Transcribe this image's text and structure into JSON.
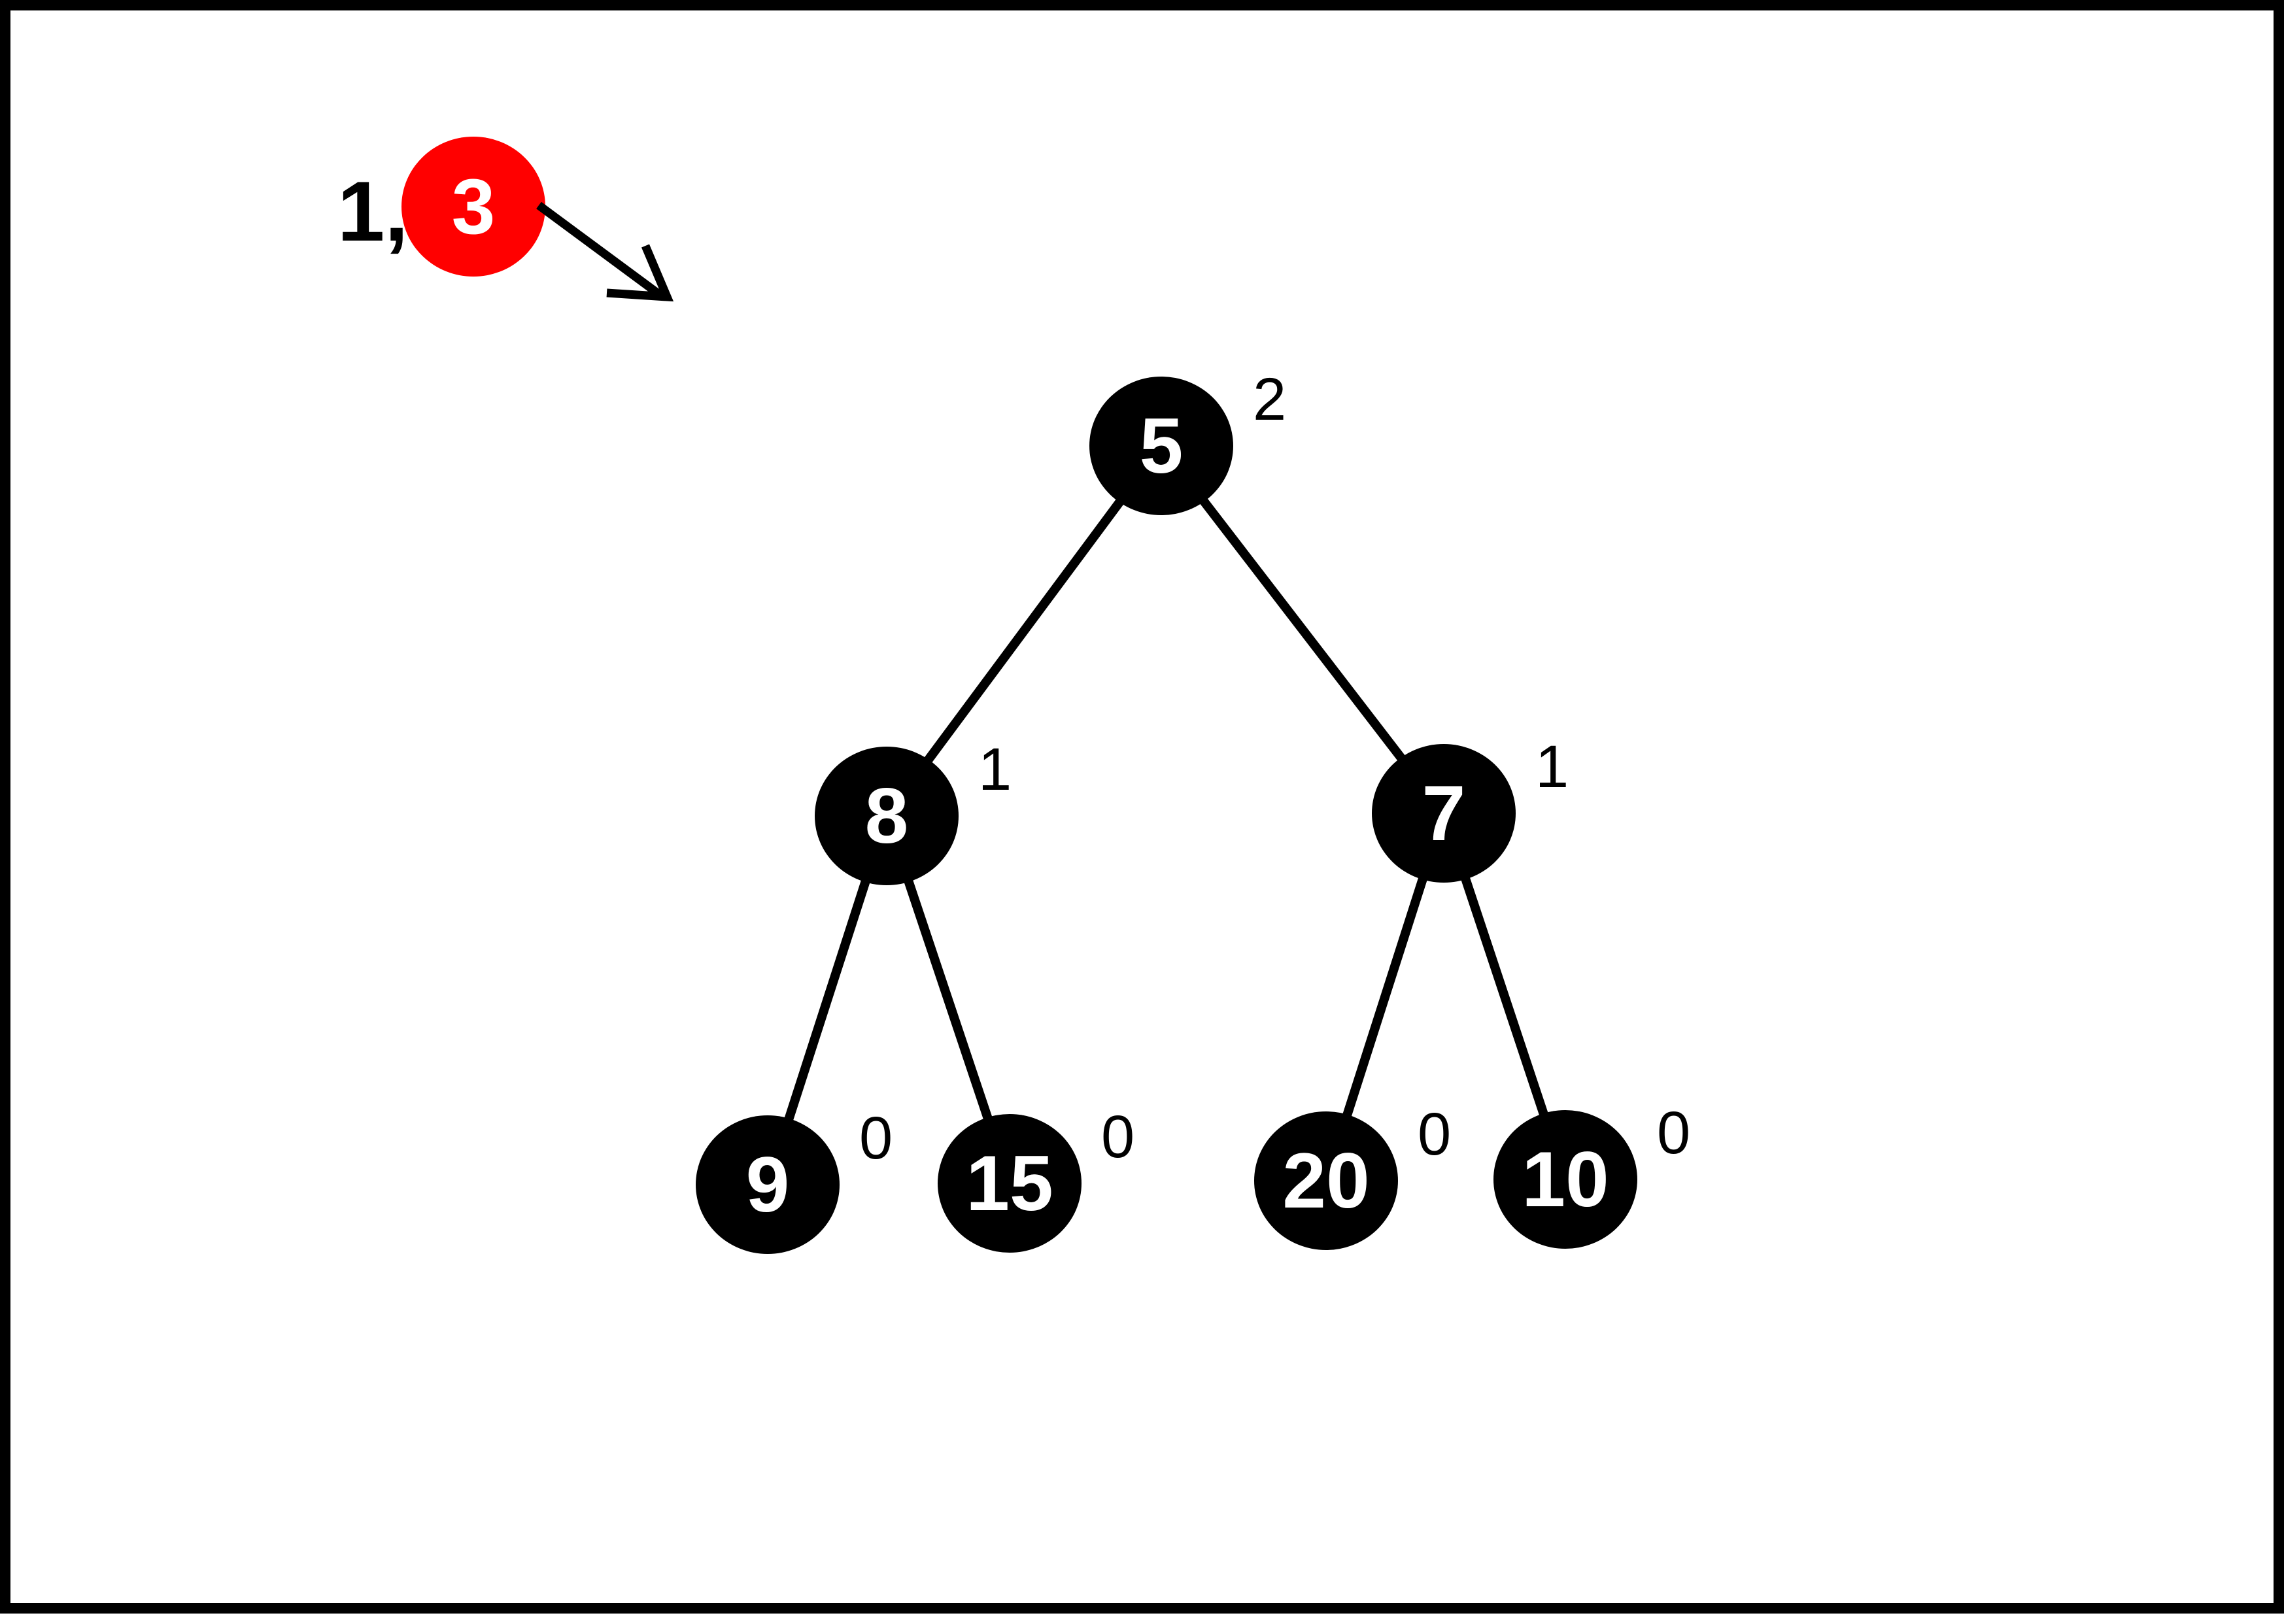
{
  "pending": {
    "prefix": "1,",
    "key": "3",
    "color": "#ff0000"
  },
  "tree": {
    "node_color": "#000000",
    "label_color": "#ffffff",
    "edge_color": "#000000",
    "nodes": [
      {
        "id": "n5",
        "key": "5",
        "height": "2"
      },
      {
        "id": "n8",
        "key": "8",
        "height": "1"
      },
      {
        "id": "n7",
        "key": "7",
        "height": "1"
      },
      {
        "id": "n9",
        "key": "9",
        "height": "0"
      },
      {
        "id": "n15",
        "key": "15",
        "height": "0"
      },
      {
        "id": "n20",
        "key": "20",
        "height": "0"
      },
      {
        "id": "n10",
        "key": "10",
        "height": "0"
      }
    ],
    "edges": [
      [
        "n5",
        "n8"
      ],
      [
        "n5",
        "n7"
      ],
      [
        "n8",
        "n9"
      ],
      [
        "n8",
        "n15"
      ],
      [
        "n7",
        "n20"
      ],
      [
        "n7",
        "n10"
      ]
    ]
  }
}
